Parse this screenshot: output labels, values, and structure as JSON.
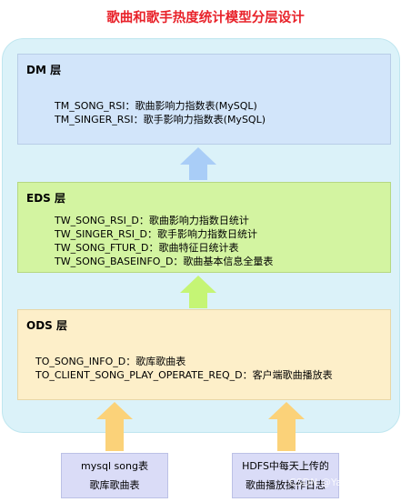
{
  "title": "歌曲和歌手热度统计模型分层设计",
  "layers": [
    {
      "name": "DM 层",
      "tables": [
        "TM_SONG_RSI：歌曲影响力指数表(MySQL)",
        "TM_SINGER_RSI：歌手影响力指数表(MySQL)"
      ]
    },
    {
      "name": "EDS 层",
      "tables": [
        "TW_SONG_RSI_D：歌曲影响力指数日统计",
        "TW_SINGER_RSI_D：歌手影响力指数日统计",
        "TW_SONG_FTUR_D：歌曲特征日统计表",
        "TW_SONG_BASEINFO_D：歌曲基本信息全量表"
      ]
    },
    {
      "name": "ODS 层",
      "tables": [
        "TO_SONG_INFO_D：歌库歌曲表",
        "TO_CLIENT_SONG_PLAY_OPERATE_REQ_D：客户端歌曲播放表"
      ]
    }
  ],
  "sources": [
    {
      "line1": "mysql song表",
      "line2": "歌库歌曲表"
    },
    {
      "line1": "HDFS中每天上传的",
      "line2": "歌曲播放操作日志"
    }
  ],
  "watermark": "CSDN @Yang",
  "colors": {
    "title": "#e8222a",
    "outer_bg": "#dbf2f9",
    "dm_bg": "#d2e5fa",
    "eds_bg": "#d3f4a1",
    "ods_bg": "#fdefc9",
    "source_bg": "#dadcf7",
    "arrow_blue": "#a9cdf7",
    "arrow_green": "#c5f575",
    "arrow_yellow": "#fbd279"
  }
}
